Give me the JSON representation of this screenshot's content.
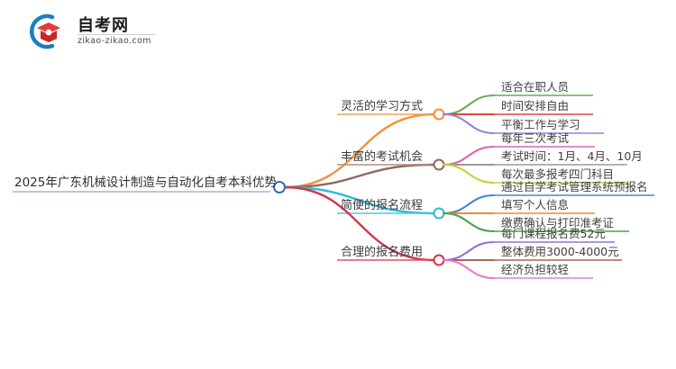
{
  "logo": {
    "text_zh": "自考网",
    "text_en": "zikao-zikao.com",
    "mark_blue": "#1a7fc1",
    "mark_red": "#d92b2b"
  },
  "mindmap": {
    "root": {
      "label": "2025年广东机械设计制造与自动化自考本科优势",
      "underline_color": "#9db9d6",
      "node_color": "#2f6fad"
    },
    "branches": [
      {
        "label": "灵活的学习方式",
        "color": "#f29137",
        "underline_color": "#f2a35a",
        "leaves": [
          {
            "label": "适合在职人员",
            "color": "#6aab57"
          },
          {
            "label": "时间安排自由",
            "color": "#e0453c"
          },
          {
            "label": "平衡工作与学习",
            "color": "#9f7fd0"
          }
        ]
      },
      {
        "label": "丰富的考试机会",
        "color": "#8d6a63",
        "underline_color": "#b08e86",
        "leaves": [
          {
            "label": "每年三次考试",
            "color": "#e363ae"
          },
          {
            "label": "考试时间：1月、4月、10月",
            "color": "#9a9a9a"
          },
          {
            "label": "每次最多报考四门科目",
            "color": "#cbcf3c"
          }
        ]
      },
      {
        "label": "简便的报名流程",
        "color": "#2cbbd8",
        "underline_color": "#4ec8e0",
        "leaves": [
          {
            "label": "通过自学考试管理系统预报名",
            "color": "#4a86c8"
          },
          {
            "label": "填写个人信息",
            "color": "#ef8b2c"
          },
          {
            "label": "缴费确认与打印准考证",
            "color": "#49a54b"
          }
        ]
      },
      {
        "label": "合理的报名费用",
        "color": "#d5354a",
        "underline_color": "#d5576a",
        "leaves": [
          {
            "label": "每门课程报名费52元",
            "color": "#9b6fd2"
          },
          {
            "label": "整体费用3000-4000元",
            "color": "#9c6a57"
          },
          {
            "label": "经济负担较轻",
            "color": "#e87ec4"
          }
        ]
      }
    ]
  }
}
